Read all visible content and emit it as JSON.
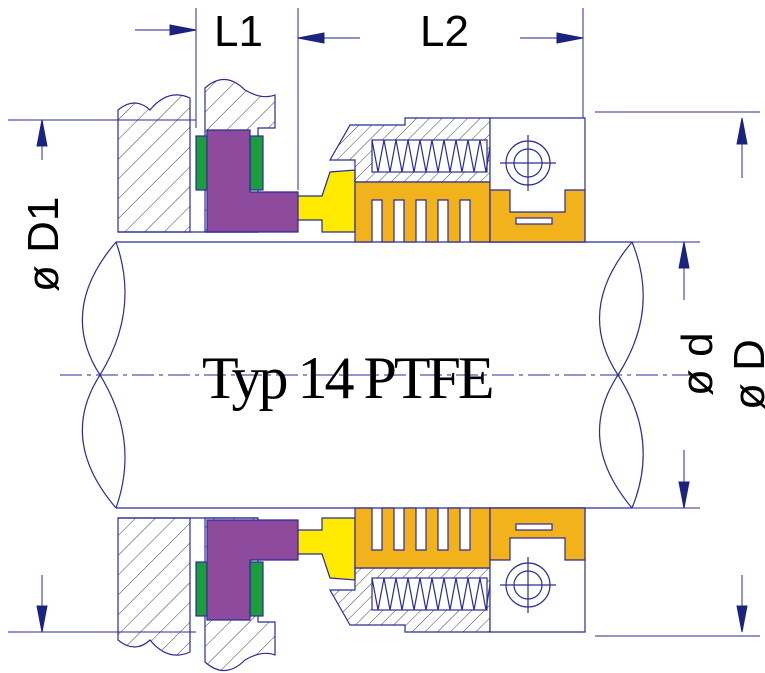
{
  "title": "Typ 14 PTFE",
  "dimensions": {
    "l1": "L1",
    "l2": "L2",
    "d1": "ø D1",
    "d": "ø d",
    "D": "ø D"
  },
  "colors": {
    "line": "#2b2b9a",
    "arrow": "#1a237e",
    "oring": "#1b9e3a",
    "cup": "#8e4b9e",
    "face": "#ffea00",
    "bellows": "#f2b21c",
    "hatch": "#3a3a3a"
  }
}
